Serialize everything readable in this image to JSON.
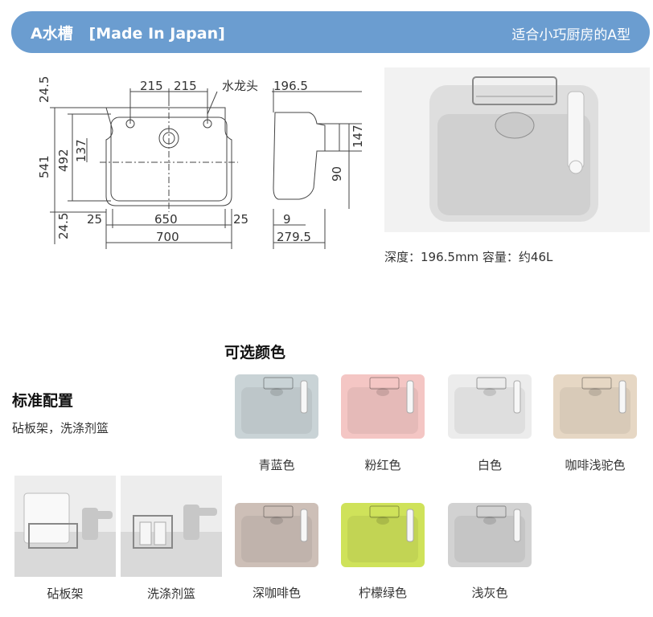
{
  "header": {
    "title": "A水槽   [Made In Japan]",
    "subtitle": "适合小巧厨房的A型",
    "bg_color": "#6b9dd0"
  },
  "drawing": {
    "top_dims": [
      "215",
      "215"
    ],
    "faucet_label": "水龙头",
    "side_depth": "196.5",
    "left_height": "541",
    "inner_height": "492",
    "drain_offset": "137",
    "top_margin": "24.5",
    "bottom_margin": "24.5",
    "left_gap": "25",
    "inner_width": "650",
    "right_gap": "25",
    "total_width": "700",
    "side_147": "147",
    "side_90": "90",
    "side_9": "9",
    "side_width": "279.5"
  },
  "spec_text": "深度：196.5mm 容量：约46L",
  "colors_section": {
    "title": "可选颜色",
    "items": [
      {
        "label": "青蓝色",
        "color": "#c9d3d6"
      },
      {
        "label": "粉红色",
        "color": "#f4c6c4"
      },
      {
        "label": "白色",
        "color": "#ececec"
      },
      {
        "label": "咖啡浅驼色",
        "color": "#e6d7c4"
      },
      {
        "label": "深咖啡色",
        "color": "#cdbfb7"
      },
      {
        "label": "柠檬绿色",
        "color": "#cfe25a"
      },
      {
        "label": "浅灰色",
        "color": "#d2d2d2"
      }
    ]
  },
  "standard": {
    "title": "标准配置",
    "desc": "砧板架，洗涤剂篮",
    "items": [
      {
        "label": "砧板架"
      },
      {
        "label": "洗涤剂篮"
      }
    ]
  }
}
